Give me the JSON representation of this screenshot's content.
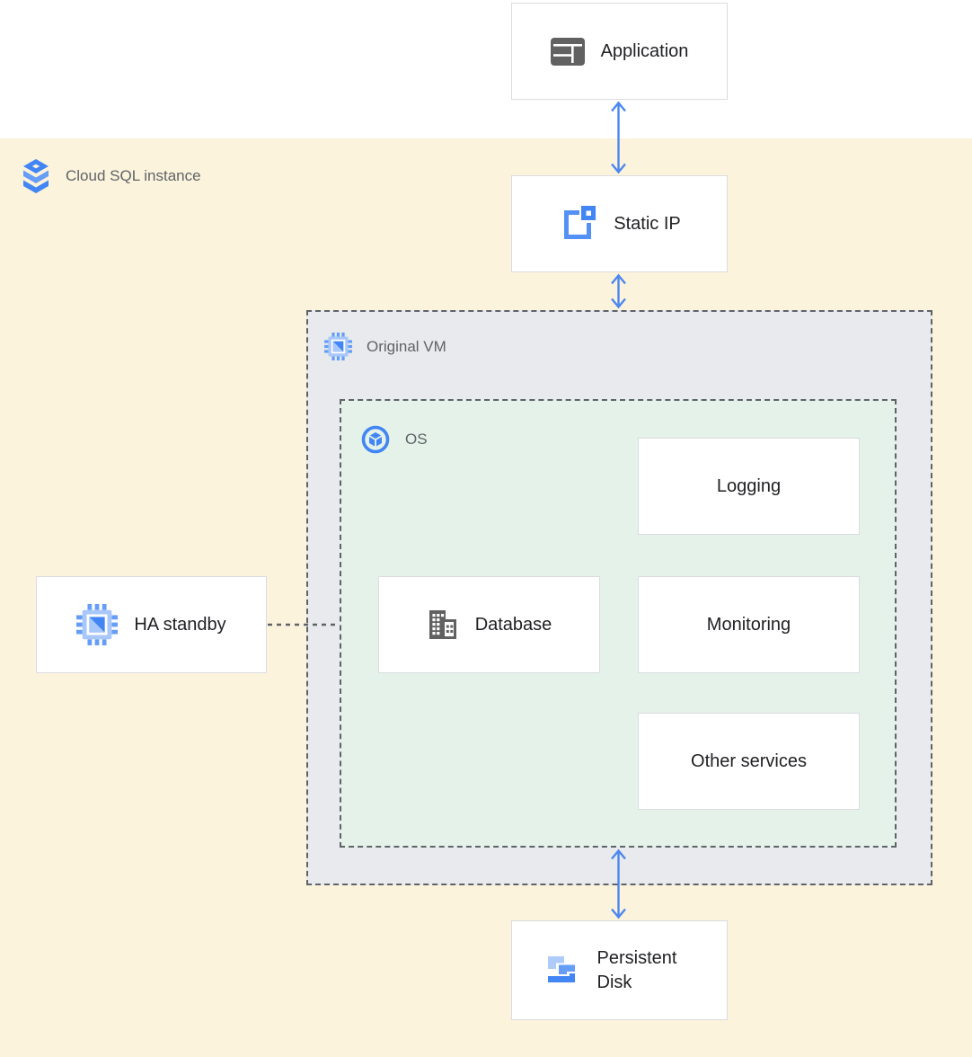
{
  "diagram": {
    "title_region": {
      "label": "Cloud SQL instance",
      "icon": "cloud-sql-icon",
      "background": "#FCF3DC"
    },
    "regions": {
      "original_vm": {
        "label": "Original VM",
        "icon": "compute-engine-icon",
        "background": "#E8EAED",
        "border": "dashed #5F6368"
      },
      "os": {
        "label": "OS",
        "icon": "os-icon",
        "background": "#E4F2E9",
        "border": "dashed #5F6368"
      }
    },
    "nodes": {
      "application": {
        "label": "Application",
        "icon": "application-window-icon"
      },
      "static_ip": {
        "label": "Static IP",
        "icon": "external-ip-icon"
      },
      "ha_standby": {
        "label": "HA standby",
        "icon": "compute-engine-icon"
      },
      "database": {
        "label": "Database",
        "icon": "database-building-icon"
      },
      "logging": {
        "label": "Logging"
      },
      "monitoring": {
        "label": "Monitoring"
      },
      "other_services": {
        "label": "Other services"
      },
      "persistent_disk": {
        "label": "Persistent Disk",
        "icon": "persistent-disk-icon"
      }
    },
    "connections": [
      {
        "from": "application",
        "to": "static_ip",
        "type": "double-arrow"
      },
      {
        "from": "static_ip",
        "to": "original_vm",
        "type": "double-arrow"
      },
      {
        "from": "os",
        "to": "persistent_disk",
        "type": "double-arrow"
      },
      {
        "from": "ha_standby",
        "to": "os",
        "type": "dashed-line"
      }
    ],
    "colors": {
      "arrow_blue": "#4C87F0",
      "icon_blue": "#4285F4",
      "icon_blue_mid": "#669DF6",
      "icon_blue_light": "#AECBFA",
      "icon_gray": "#616161",
      "node_border": "#DADCE0",
      "dashed_border": "#5F6368",
      "region_label_text": "#5F6368",
      "node_label_text": "#202124",
      "yellow_background": "#FCF3DC",
      "vm_background": "#E8EAED",
      "os_background": "#E4F2E9"
    }
  }
}
